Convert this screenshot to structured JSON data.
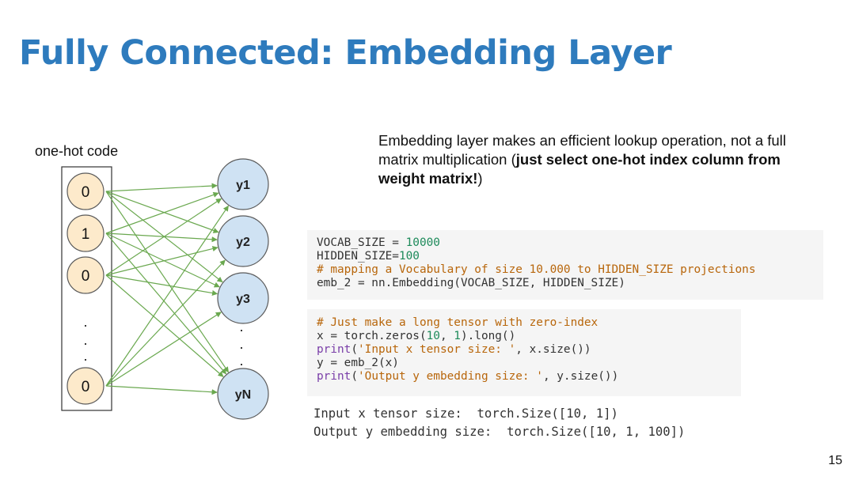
{
  "slide": {
    "title": "Fully Connected: Embedding Layer",
    "page_number": "15"
  },
  "diagram": {
    "label": "one-hot code",
    "inputs": [
      "0",
      "1",
      "0",
      "0"
    ],
    "input_ellipsis": ".",
    "outputs": [
      "y1",
      "y2",
      "y3",
      "yN"
    ],
    "output_ellipsis": ".",
    "colors": {
      "node_fill": "#fdeacb",
      "node_stroke": "#5a5a5a",
      "output_fill": "#cfe2f3",
      "edge": "#6aa84f",
      "box_stroke": "#333333"
    }
  },
  "description": {
    "text_plain": "Embedding layer makes an efficient lookup operation, not a full matrix multiplication (",
    "text_bold": "just select one-hot index column from weight matrix!",
    "text_end": ")"
  },
  "code1": {
    "line1_a": "VOCAB_SIZE = ",
    "line1_num": "10000",
    "line2_a": "HIDDEN_SIZE=",
    "line2_num": "100",
    "line3_comment": "# mapping a Vocabulary of size 10.000 to HIDDEN_SIZE projections",
    "line4": "emb_2 = nn.Embedding(VOCAB_SIZE, HIDDEN_SIZE)"
  },
  "code2": {
    "line1_comment": "# Just make a long tensor with zero-index",
    "line2_a": "x = torch.zeros(",
    "line2_num1": "10",
    "line2_b": ", ",
    "line2_num2": "1",
    "line2_c": ").long()",
    "line3_builtin": "print",
    "line3_a": "(",
    "line3_str": "'Input x tensor size: '",
    "line3_b": ", x.size())",
    "line4": "y = emb_2(x)",
    "line5_builtin": "print",
    "line5_a": "(",
    "line5_str": "'Output y embedding size: '",
    "line5_b": ", y.size())"
  },
  "output": {
    "line1": "Input x tensor size:  torch.Size([10, 1])",
    "line2": "Output y embedding size:  torch.Size([10, 1, 100])"
  }
}
